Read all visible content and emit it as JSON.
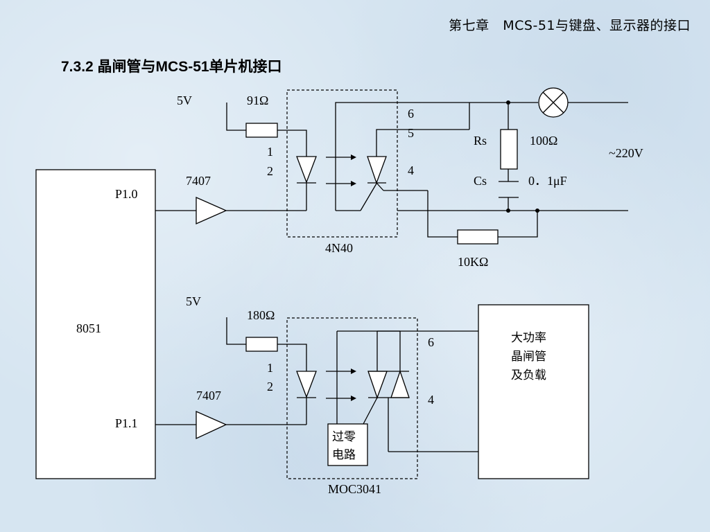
{
  "header": "第七章   MCS-51与键盘、显示器的接口",
  "section_title": "7.3.2  晶闸管与MCS-51单片机接口",
  "mcu": {
    "label": "8051",
    "pin_top": "P1.0",
    "pin_bottom": "P1.1"
  },
  "top_circuit": {
    "vcc": "5V",
    "resistor": "91Ω",
    "buffer": "7407",
    "pin1": "1",
    "pin2": "2",
    "pin6": "6",
    "pin5": "5",
    "pin4": "4",
    "optocoupler": "4N40",
    "rs_label": "Rs",
    "rs_value": "100Ω",
    "cs_label": "Cs",
    "cs_value": "0．1μF",
    "mains": "~220V",
    "gate_resistor": "10KΩ"
  },
  "bottom_circuit": {
    "vcc": "5V",
    "resistor": "180Ω",
    "buffer": "7407",
    "pin1": "1",
    "pin2": "2",
    "pin6": "6",
    "pin4": "4",
    "optocoupler": "MOC3041",
    "zero_cross_line1": "过零",
    "zero_cross_line2": "电路",
    "load_line1": "大功率",
    "load_line2": "晶闸管",
    "load_line3": "及负载"
  }
}
